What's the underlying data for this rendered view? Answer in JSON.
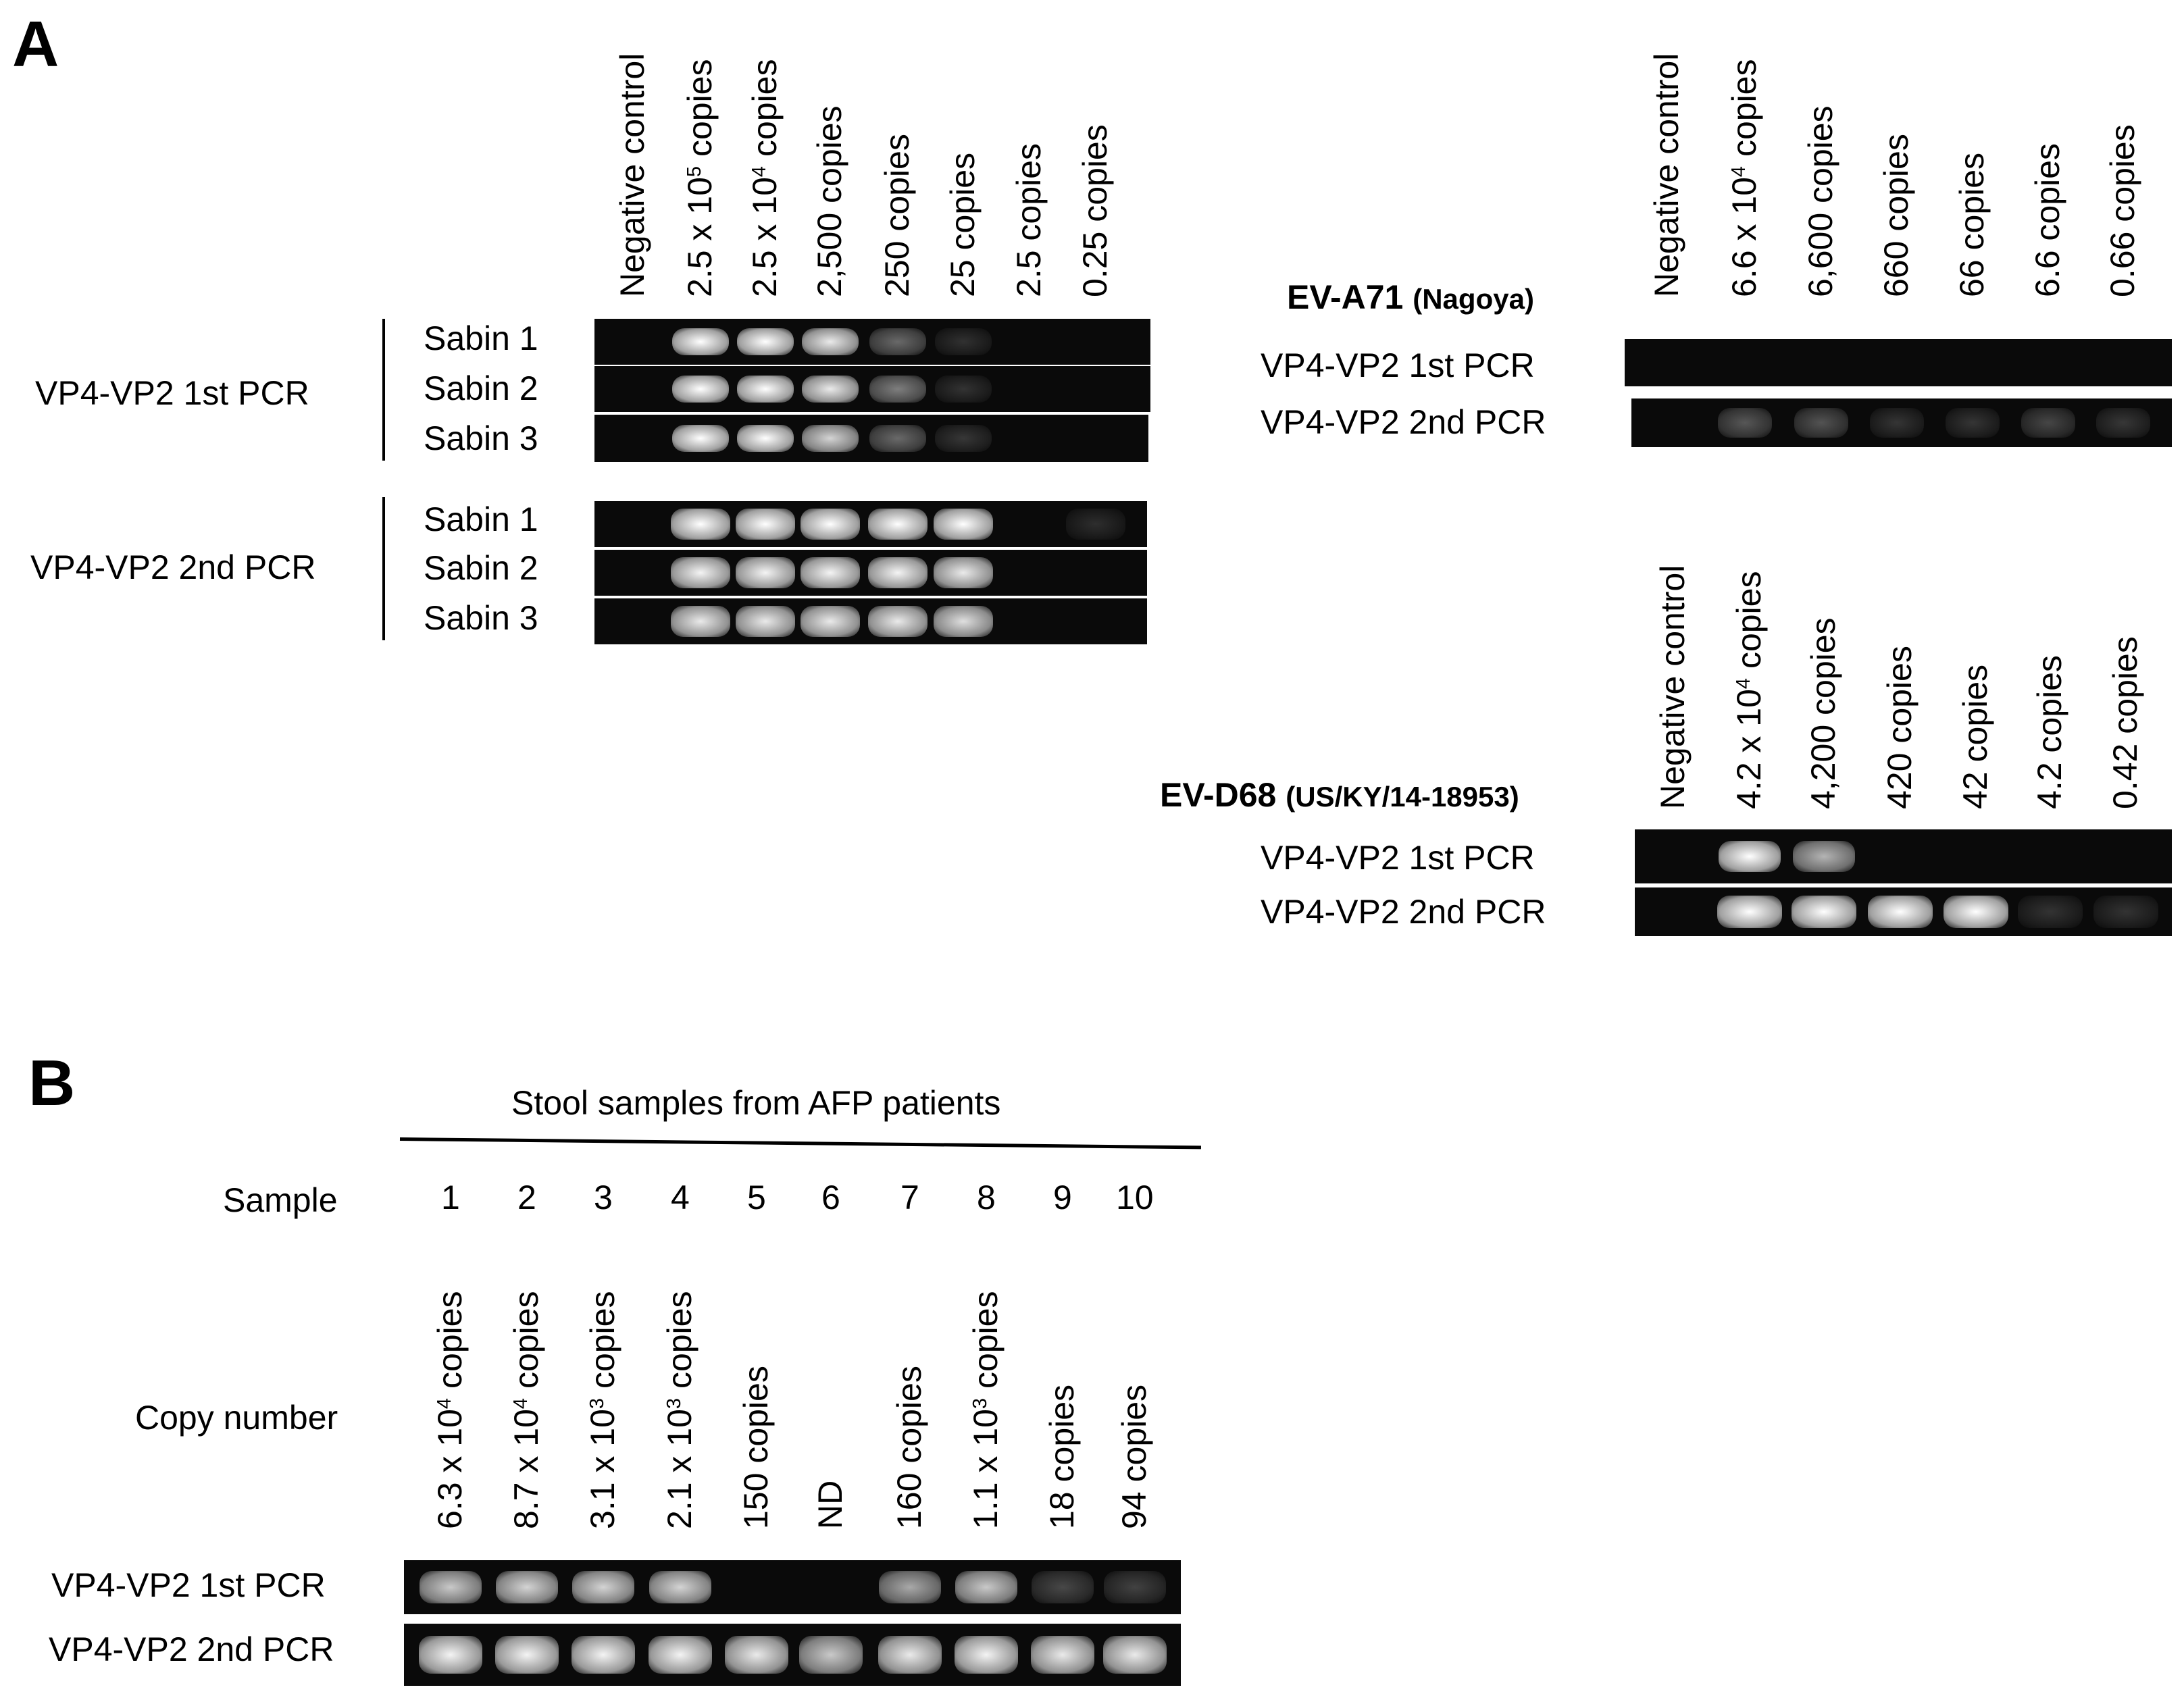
{
  "panel_a": {
    "letter": "A",
    "sabin": {
      "lanes": [
        {
          "b": "Negative control",
          "s": "",
          "a": ""
        },
        {
          "b": "2.5 x 10",
          "s": "5",
          "a": " copies"
        },
        {
          "b": "2.5 x 10",
          "s": "4",
          "a": " copies"
        },
        {
          "b": "2,500 copies",
          "s": "",
          "a": ""
        },
        {
          "b": "250 copies",
          "s": "",
          "a": ""
        },
        {
          "b": "25 copies",
          "s": "",
          "a": ""
        },
        {
          "b": "2.5 copies",
          "s": "",
          "a": ""
        },
        {
          "b": "0.25 copies",
          "s": "",
          "a": ""
        }
      ],
      "group1": "VP4-VP2 1st PCR",
      "group2": "VP4-VP2 2nd PCR",
      "rows": [
        "Sabin 1",
        "Sabin 2",
        "Sabin 3"
      ],
      "intensity_first": [
        [
          0,
          1,
          1,
          0.9,
          0.3,
          0.04,
          0,
          0
        ],
        [
          0,
          1,
          1,
          0.9,
          0.4,
          0.05,
          0,
          0
        ],
        [
          0,
          1,
          1,
          0.8,
          0.3,
          0.07,
          0,
          0
        ]
      ],
      "intensity_second": [
        [
          0,
          1,
          1,
          1,
          1,
          1,
          0,
          0.03
        ],
        [
          0,
          0.95,
          0.95,
          0.95,
          0.95,
          0.9,
          0,
          0
        ],
        [
          0,
          0.9,
          0.9,
          0.9,
          0.9,
          0.85,
          0,
          0
        ]
      ]
    },
    "ev_a71": {
      "name": "EV-A71",
      "strain": "(Nagoya)",
      "lanes": [
        {
          "b": "Negative control",
          "s": "",
          "a": ""
        },
        {
          "b": "6.6 x 10",
          "s": "4",
          "a": " copies"
        },
        {
          "b": "6,600 copies",
          "s": "",
          "a": ""
        },
        {
          "b": "660 copies",
          "s": "",
          "a": ""
        },
        {
          "b": "66 copies",
          "s": "",
          "a": ""
        },
        {
          "b": "6.6 copies",
          "s": "",
          "a": ""
        },
        {
          "b": "0.66 copies",
          "s": "",
          "a": ""
        }
      ],
      "row1": "VP4-VP2 1st PCR",
      "row2": "VP4-VP2 2nd PCR",
      "intensity_first": [
        0,
        0,
        0,
        0,
        0,
        0,
        0
      ],
      "intensity_second": [
        0,
        0.22,
        0.2,
        0.06,
        0.06,
        0.14,
        0.07
      ]
    },
    "ev_d68": {
      "name": "EV-D68",
      "strain": "(US/KY/14-18953)",
      "lanes": [
        {
          "b": "Negative control",
          "s": "",
          "a": ""
        },
        {
          "b": "4.2 x 10",
          "s": "4",
          "a": " copies"
        },
        {
          "b": "4,200 copies",
          "s": "",
          "a": ""
        },
        {
          "b": "420 copies",
          "s": "",
          "a": ""
        },
        {
          "b": "42 copies",
          "s": "",
          "a": ""
        },
        {
          "b": "4.2 copies",
          "s": "",
          "a": ""
        },
        {
          "b": "0.42 copies",
          "s": "",
          "a": ""
        }
      ],
      "row1": "VP4-VP2 1st PCR",
      "row2": "VP4-VP2 2nd PCR",
      "intensity_first": [
        0,
        1,
        0.65,
        0,
        0,
        0,
        0
      ],
      "intensity_second": [
        0,
        1,
        1,
        1,
        1,
        0.05,
        0.05
      ]
    }
  },
  "panel_b": {
    "letter": "B",
    "title": "Stool samples from AFP patients",
    "sample_label": "Sample",
    "copy_label": "Copy number",
    "samples": [
      "1",
      "2",
      "3",
      "4",
      "5",
      "6",
      "7",
      "8",
      "9",
      "10"
    ],
    "copies": [
      {
        "b": "6.3 x 10",
        "s": "4",
        "a": " copies"
      },
      {
        "b": "8.7 x 10",
        "s": "4",
        "a": " copies"
      },
      {
        "b": "3.1 x 10",
        "s": "3",
        "a": " copies"
      },
      {
        "b": "2.1 x 10",
        "s": "3",
        "a": " copies"
      },
      {
        "b": "150 copies",
        "s": "",
        "a": ""
      },
      {
        "b": "ND",
        "s": "",
        "a": ""
      },
      {
        "b": "160 copies",
        "s": "",
        "a": ""
      },
      {
        "b": "1.1 x 10",
        "s": "3",
        "a": " copies"
      },
      {
        "b": "18 copies",
        "s": "",
        "a": ""
      },
      {
        "b": "94 copies",
        "s": "",
        "a": ""
      }
    ],
    "row1": "VP4-VP2 1st PCR",
    "row2": "VP4-VP2 2nd PCR",
    "intensity_first": [
      0.75,
      0.8,
      0.8,
      0.8,
      0,
      0,
      0.6,
      0.75,
      0.15,
      0.12
    ],
    "intensity_second": [
      0.95,
      0.95,
      0.95,
      0.95,
      0.9,
      0.75,
      0.9,
      0.95,
      0.9,
      0.9
    ]
  }
}
